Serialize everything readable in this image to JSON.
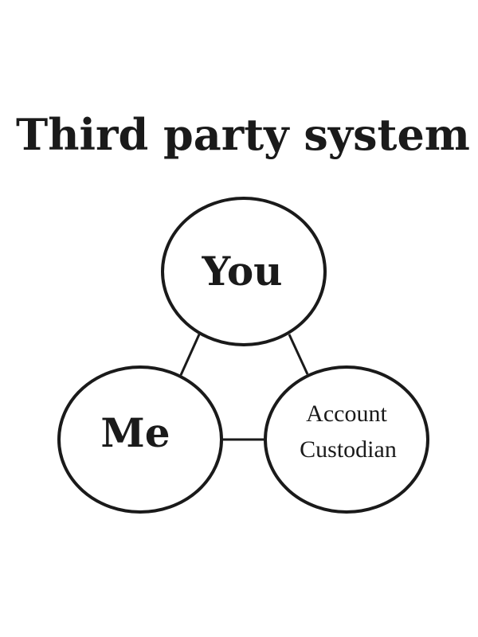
{
  "title": "Third party system",
  "nodes": {
    "you": {
      "label": "You"
    },
    "me": {
      "label": "Me"
    },
    "custodian": {
      "line1": "Account",
      "line2": "Custodian"
    }
  },
  "edges": [
    {
      "from": "you",
      "to": "me"
    },
    {
      "from": "you",
      "to": "custodian"
    },
    {
      "from": "me",
      "to": "custodian"
    }
  ],
  "colors": {
    "ink": "#1a1a1a",
    "background": "#ffffff"
  }
}
